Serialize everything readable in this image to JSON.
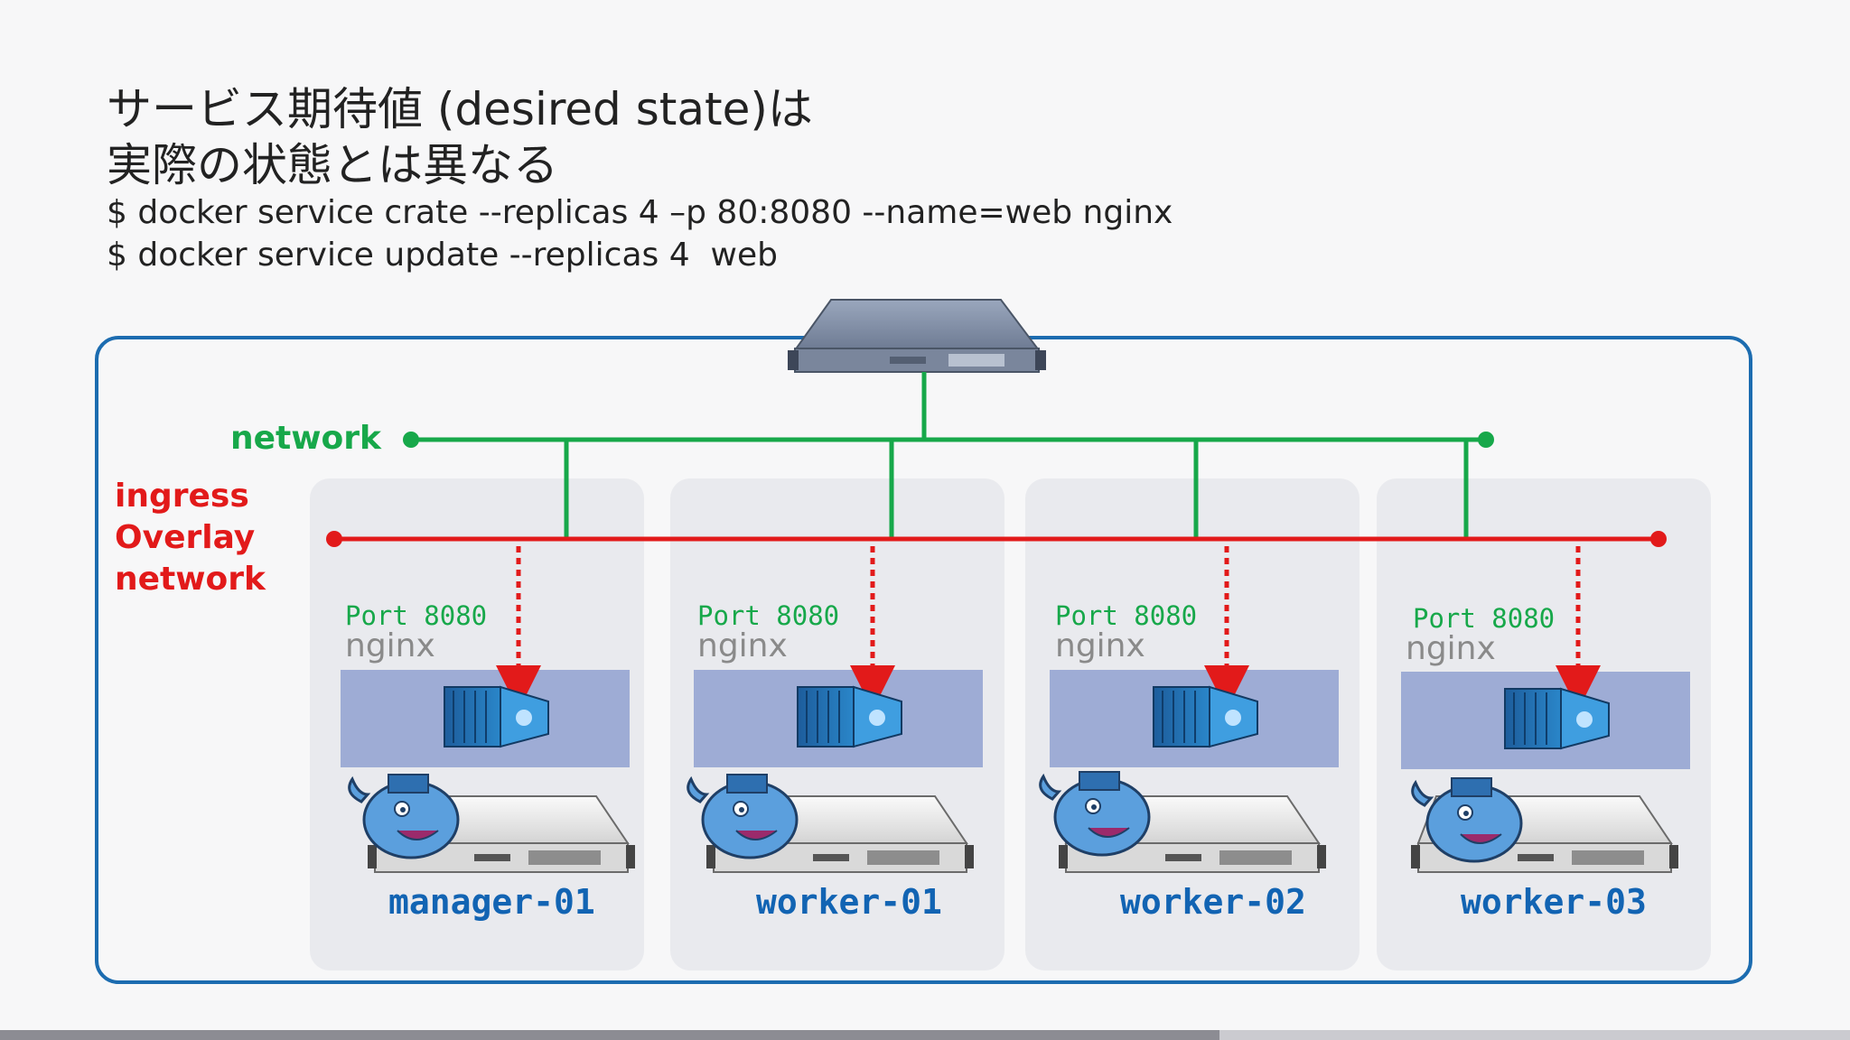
{
  "title": {
    "line1": "サービス期待値 (desired state)は",
    "line2": "実際の状態とは異なる"
  },
  "commands": [
    "$ docker service crate --replicas 4 –p 80:8080 --name=web nginx",
    "$ docker service update --replicas 4  web"
  ],
  "networks": {
    "network_label": "network",
    "ingress_label": [
      "ingress",
      "Overlay",
      "network"
    ]
  },
  "nodes": [
    {
      "name": "manager-01",
      "port": "Port 8080",
      "app": "nginx"
    },
    {
      "name": "worker-01",
      "port": "Port 8080",
      "app": "nginx"
    },
    {
      "name": "worker-02",
      "port": "Port 8080",
      "app": "nginx"
    },
    {
      "name": "worker-03",
      "port": "Port 8080",
      "app": "nginx"
    }
  ],
  "colors": {
    "network": "#17a84a",
    "ingress": "#e21a1a",
    "frame": "#1c6cb0",
    "node_text": "#1264b3"
  },
  "icons": [
    "server-icon",
    "docker-container-icon",
    "docker-whale-icon"
  ]
}
